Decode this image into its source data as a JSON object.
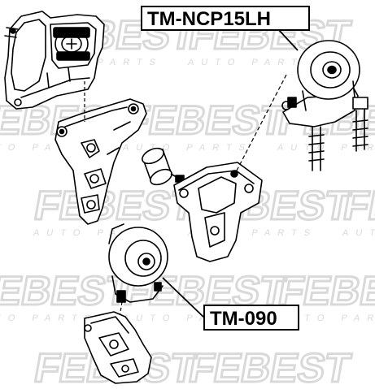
{
  "callouts": {
    "top_part_number": "TM-NCP15LH",
    "bottom_part_number": "TM-090"
  },
  "watermark": {
    "brand": "FEBEST",
    "sub": "AUTO PARTS",
    "color": "#d9d9d9"
  },
  "colors": {
    "line": "#000000",
    "background": "#ffffff",
    "watermark": "#d9d9d9"
  }
}
